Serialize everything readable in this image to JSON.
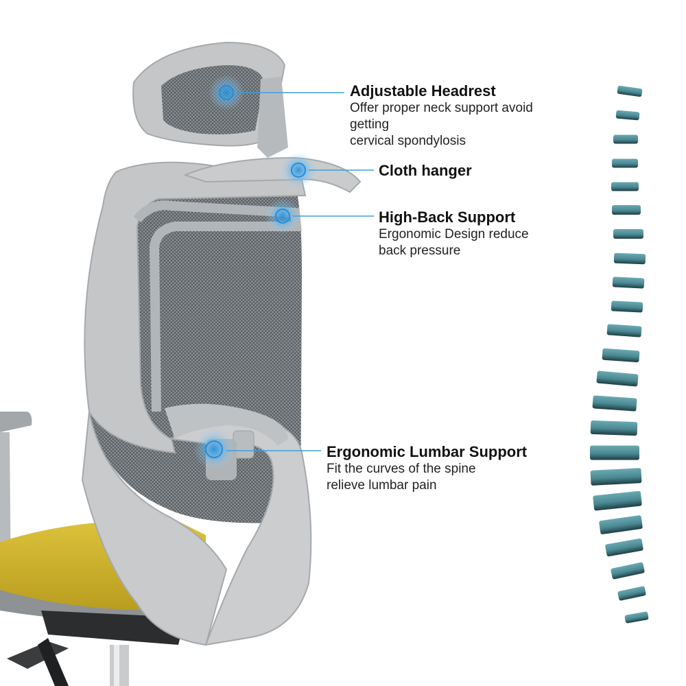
{
  "callouts": {
    "headrest": {
      "title": "Adjustable Headrest",
      "line1": "Offer proper neck support avoid",
      "line2": "getting",
      "line3": "cervical spondylosis"
    },
    "hanger": {
      "title": "Cloth hanger"
    },
    "highback": {
      "title": "High-Back Support",
      "line1": "Ergonomic Design reduce",
      "line2": "back pressure"
    },
    "lumbar": {
      "title": "Ergonomic Lumbar Support",
      "line1": "Fit the curves of the spine",
      "line2": "relieve lumbar pain"
    }
  },
  "colors": {
    "frame": "#c4c6c8",
    "frame_shadow": "#9fa2a5",
    "mesh": "#6f7478",
    "seat": "#d2b630",
    "callout_line": "#3aa0e0",
    "vertebra": "#4f8f99"
  }
}
